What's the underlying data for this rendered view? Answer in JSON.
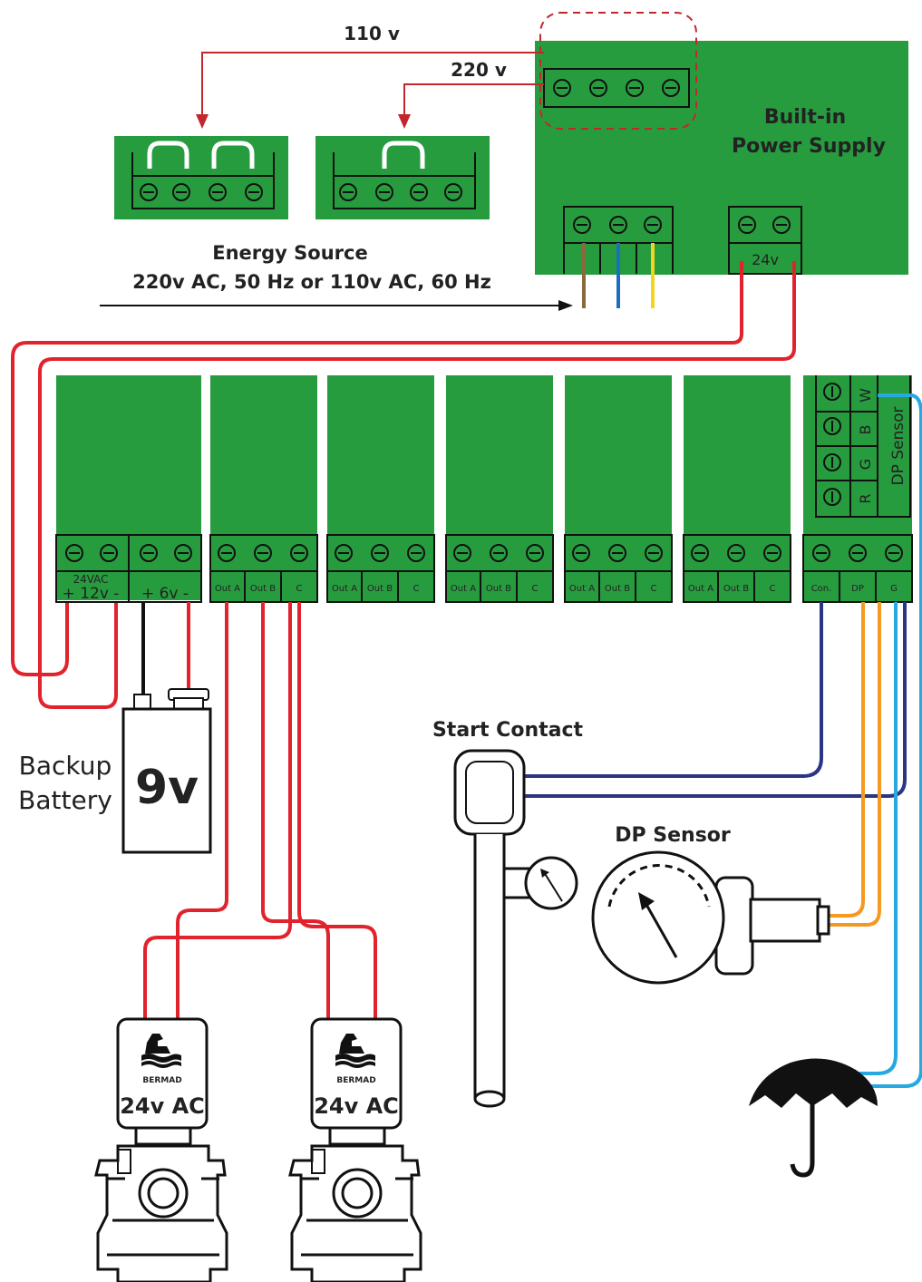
{
  "labels": {
    "v110": "110 v",
    "v220": "220 v",
    "psu_line1": "Built-in",
    "psu_line2": "Power Supply",
    "psu_out": "24v",
    "energy_line1": "Energy Source",
    "energy_line2": "220v AC, 50 Hz or 110v AC, 60 Hz",
    "start_contact": "Start Contact",
    "dp_sensor": "DP Sensor",
    "backup_line1": "Backup",
    "backup_line2": "Battery",
    "battery": "9v",
    "brand": "BERMAD",
    "solenoid": "24v AC"
  },
  "module1": {
    "top": "24VAC",
    "left": "+ 12v -",
    "right": "+ 6v -"
  },
  "module_out": {
    "a": "Out A",
    "b": "Out B",
    "c": "C"
  },
  "module_dp": {
    "con": "Con.",
    "dp": "DP",
    "g": "G",
    "sensor": "DP Sensor",
    "w": "W",
    "b": "B",
    "gg": "G",
    "r": "R"
  },
  "colors": {
    "board": "#279c3f",
    "red_wire": "#e0232d",
    "navy_wire": "#2a3585",
    "orange_wire": "#f49a22",
    "blue_wire": "#27a8e0",
    "brown_wire": "#8a6a3a",
    "yellow_wire": "#f2d51f",
    "ac_blue_wire": "#1c6fc0"
  }
}
